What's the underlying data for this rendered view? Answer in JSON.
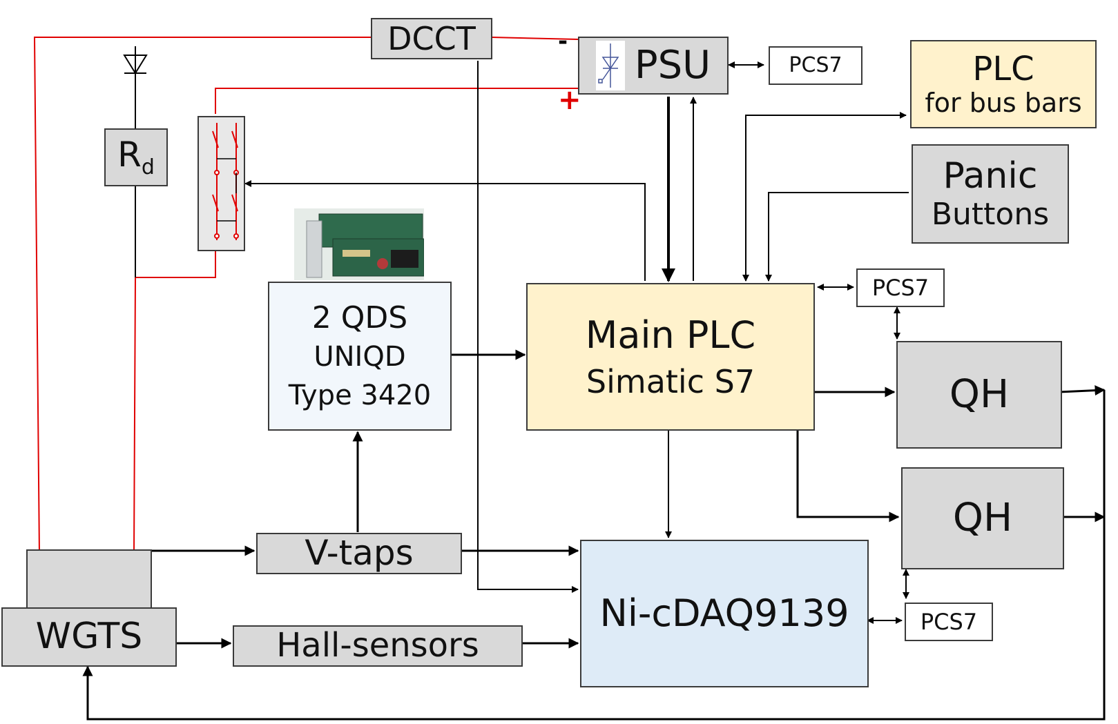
{
  "blocks": {
    "dcct": "DCCT",
    "psu": "PSU",
    "pcs7_psu": "PCS7",
    "plc_bus_line1": "PLC",
    "plc_bus_line2": "for bus bars",
    "panic_line1": "Panic",
    "panic_line2": "Buttons",
    "rd_main": "R",
    "rd_sub": "d",
    "qds_line1": "2 QDS",
    "qds_line2": "UNIQD",
    "qds_line3": "Type 3420",
    "main_plc_line1": "Main PLC",
    "main_plc_line2": "Simatic S7",
    "pcs7_main": "PCS7",
    "qh_top": "QH",
    "qh_bottom": "QH",
    "vtaps": "V-taps",
    "wgts": "WGTS",
    "hall": "Hall-sensors",
    "daq": "Ni-cDAQ9139",
    "pcs7_daq": "PCS7"
  },
  "signs": {
    "minus": "-",
    "plus": "+"
  },
  "colors": {
    "power_line": "#e00000",
    "signal_line": "#000000",
    "gray_block": "#d9d9d9",
    "yellow_block": "#fff2cc",
    "blue_block": "#deebf7"
  }
}
